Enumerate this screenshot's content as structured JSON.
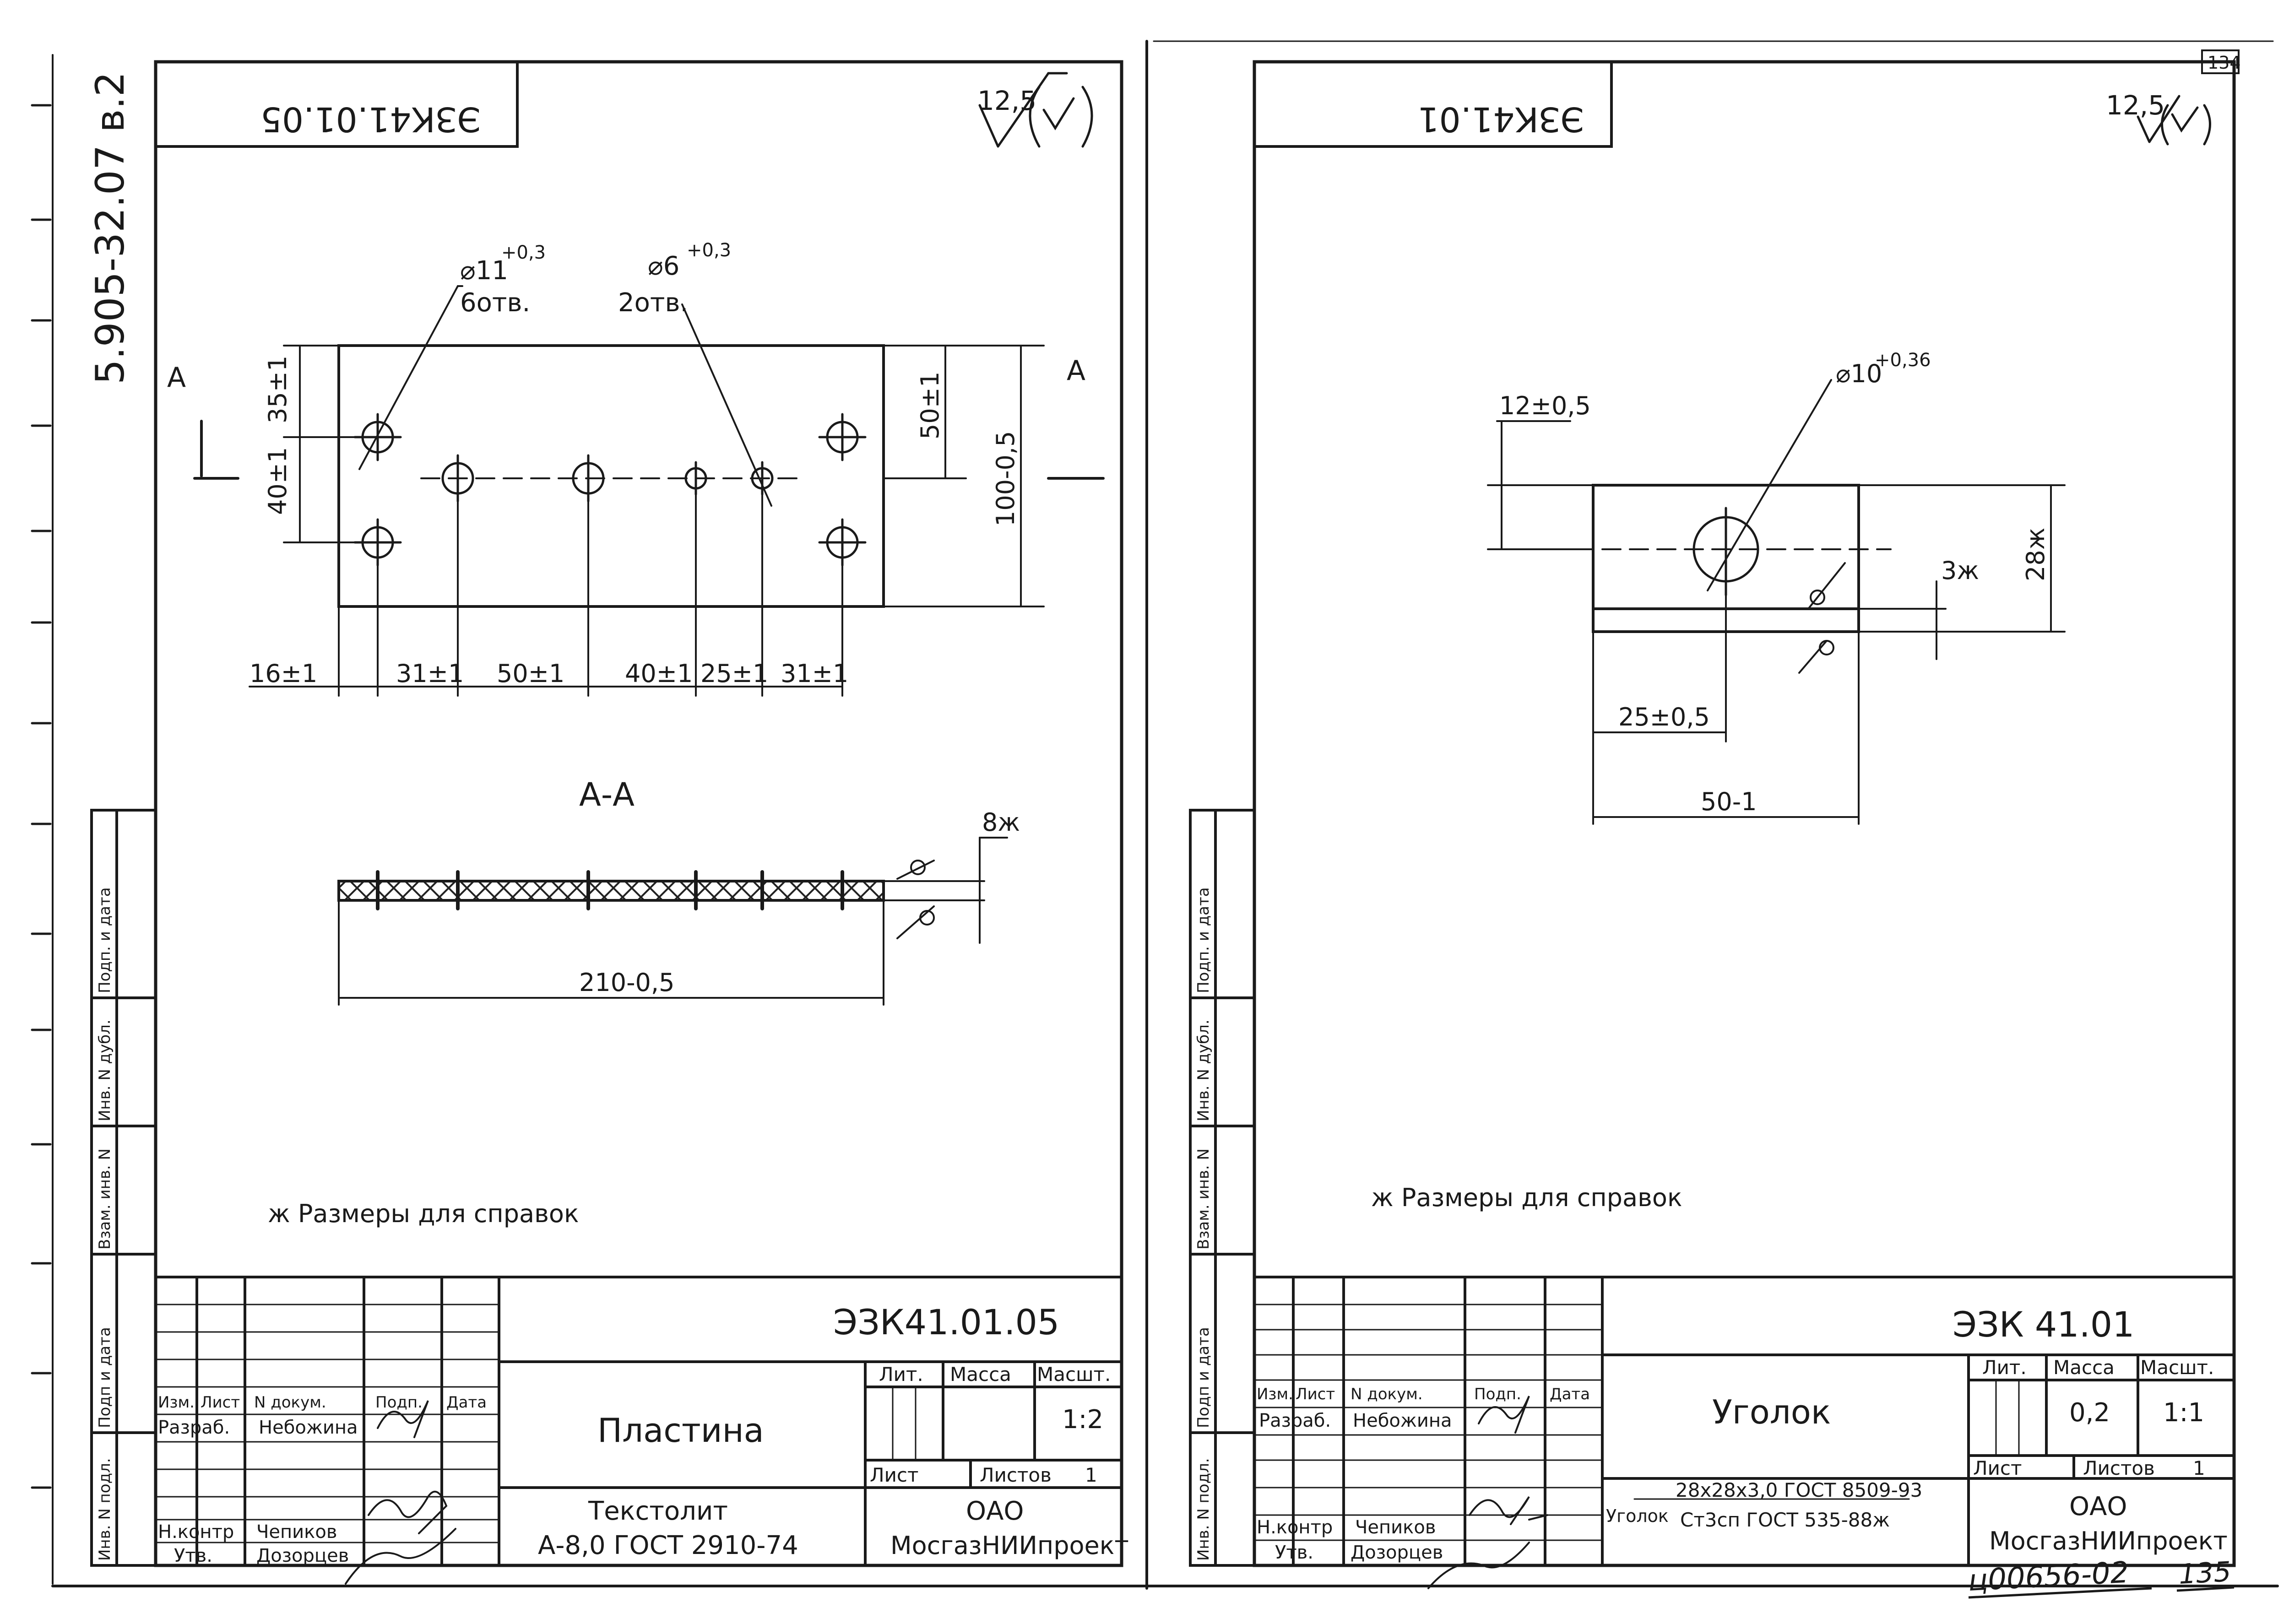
{
  "side_code": "5.905-32.07 в.2",
  "page_number_top": "134",
  "page_number_bottom": "135",
  "archive_number": "ц00656-02",
  "side_columns": [
    "Подп. и дата",
    "Инв. N дубл.",
    "Взам. инв. N",
    "Подп и дата",
    "Инв. N подл."
  ],
  "left_sheet": {
    "mirrored_code": "ЭЗК41.01.05",
    "roughness": "12,5",
    "section_mark": "А",
    "section_title": "А-А",
    "callouts": {
      "hole_big": "⌀11",
      "hole_big_tol": "+0,3",
      "hole_big_count": "6отв.",
      "hole_small": "⌀6",
      "hole_small_tol": "+0,3",
      "hole_small_count": "2отв."
    },
    "dims": {
      "d35": "35±1",
      "d40": "40±1",
      "d50v": "50±1",
      "d100": "100-0,5",
      "d16": "16±1",
      "d31a": "31±1",
      "d50": "50±1",
      "d40h": "40±1",
      "d25": "25±1",
      "d31b": "31±1",
      "d8": "8ж",
      "d210": "210-0,5"
    },
    "note": "ж Размеры для справок",
    "title_block": {
      "code": "ЭЗК41.01.05",
      "name": "Пластина",
      "material_1": "Текстолит",
      "material_2": "А-8,0 ГОСТ 2910-74",
      "lit_label": "Лит.",
      "mass_label": "Масса",
      "scale_label": "Масшт.",
      "scale": "1:2",
      "mass": "",
      "sheet_label": "Лист",
      "sheets_label": "Листов",
      "sheets": "1",
      "org_1": "ОАО",
      "org_2": "МосгазНИИпроект",
      "col_izm": "Изм.",
      "col_list": "Лист",
      "col_doc": "N докум.",
      "col_sign": "Подп.",
      "col_date": "Дата",
      "role_dev": "Разраб.",
      "person_dev": "Небожина",
      "role_check": "Н.контр",
      "person_check": "Чепиков",
      "role_appr": "Утв.",
      "person_appr": "Дозорцев"
    }
  },
  "right_sheet": {
    "mirrored_code": "ЭЗК41.01",
    "roughness": "12,5",
    "callouts": {
      "hole": "⌀10",
      "hole_tol": "+0,36"
    },
    "dims": {
      "d12": "12±0,5",
      "d3": "3ж",
      "d28": "28ж",
      "d25": "25±0,5",
      "d50": "50-1"
    },
    "note": "ж Размеры для справок",
    "title_block": {
      "code": "ЭЗК 41.01",
      "name": "Уголок",
      "material_prefix": "Уголок",
      "material_1": "28х28х3,0 ГОСТ 8509-93",
      "material_2": "Ст3сп ГОСТ 535-88ж",
      "lit_label": "Лит.",
      "mass_label": "Масса",
      "scale_label": "Масшт.",
      "mass": "0,2",
      "scale": "1:1",
      "sheet_label": "Лист",
      "sheets_label": "Листов",
      "sheets": "1",
      "org_1": "ОАО",
      "org_2": "МосгазНИИпроект",
      "col_izm": "Изм.",
      "col_list": "Лист",
      "col_doc": "N докум.",
      "col_sign": "Подп.",
      "col_date": "Дата",
      "role_dev": "Разраб.",
      "person_dev": "Небожина",
      "role_check": "Н.контр",
      "person_check": "Чепиков",
      "role_appr": "Утв.",
      "person_appr": "Дозорцев"
    }
  }
}
